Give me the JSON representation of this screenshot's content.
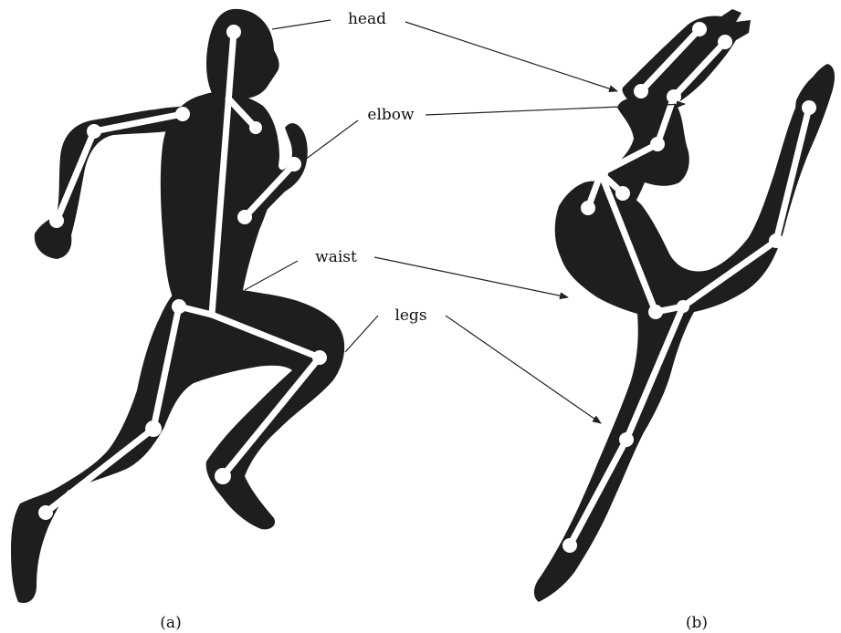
{
  "labels": {
    "head": "head",
    "elbow": "elbow",
    "waist": "waist",
    "legs": "legs"
  },
  "captions": {
    "a": "(a)",
    "b": "(b)"
  },
  "colors": {
    "silhouette": "#1e1e1e",
    "skeleton": "#ffffff",
    "leader": "#222222",
    "background": "#ffffff"
  }
}
